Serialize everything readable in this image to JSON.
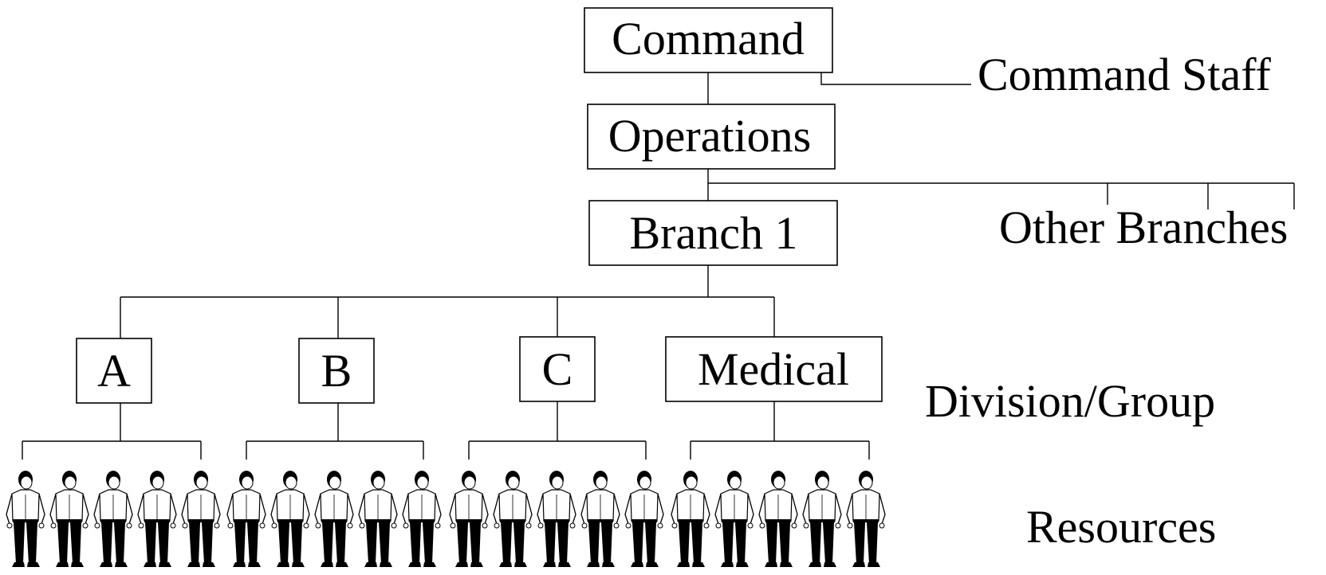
{
  "diagram": {
    "command": "Command",
    "command_staff": "Command Staff",
    "operations": "Operations",
    "branch": "Branch 1",
    "other_branches": "Other Branches",
    "divisions": [
      "A",
      "B",
      "C",
      "Medical"
    ],
    "division_group_label": "Division/Group",
    "resources_label": "Resources",
    "people_per_group": 5
  }
}
